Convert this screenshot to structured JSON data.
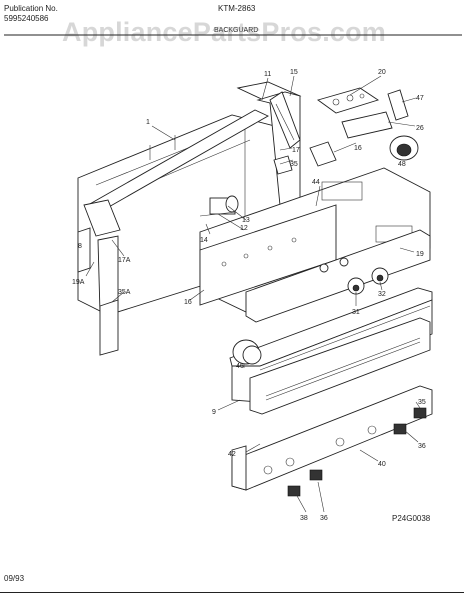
{
  "header": {
    "publication_label": "Publication No.",
    "publication_number": "5995240586",
    "model": "KTM-2863",
    "section": "BACKGUARD"
  },
  "watermark": "AppliancePartsPros.com",
  "diagram_code": "P24G0038",
  "date_code": "09/93",
  "callouts": {
    "c1": "1",
    "c9": "9",
    "c11": "11",
    "c12": "12",
    "c13": "13",
    "c14": "14",
    "c15": "15",
    "c16a": "16",
    "c16b": "16",
    "c17": "17",
    "c17a": "17A",
    "c19": "19",
    "c19a": "19A",
    "c20": "20",
    "c26": "26",
    "c31": "31",
    "c32": "32",
    "c35": "35",
    "c35a": "35A",
    "c35b": "35",
    "c36a": "36",
    "c36b": "36",
    "c38": "38",
    "c40": "40",
    "c42": "42",
    "c44": "44",
    "c46": "46",
    "c47": "47",
    "c48": "48",
    "c8": "8"
  }
}
